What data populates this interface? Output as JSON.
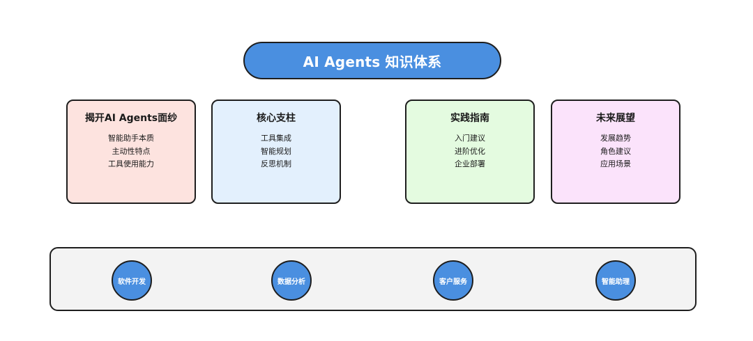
{
  "title": "AI Agents 知识体系",
  "cards": [
    {
      "title": "揭开AI Agents面纱",
      "items": [
        "智能助手本质",
        "主动性特点",
        "工具使用能力"
      ],
      "color": "#fde3df"
    },
    {
      "title": "核心支柱",
      "items": [
        "工具集成",
        "智能规划",
        "反思机制"
      ],
      "color": "#e3f0fd"
    },
    {
      "title": "实践指南",
      "items": [
        "入门建议",
        "进阶优化",
        "企业部署"
      ],
      "color": "#e4fbe0"
    },
    {
      "title": "未来展望",
      "items": [
        "发展趋势",
        "角色建议",
        "应用场景"
      ],
      "color": "#fbe3fb"
    }
  ],
  "scenarios": [
    "软件开发",
    "数据分析",
    "客户服务",
    "智能助理"
  ],
  "colors": {
    "accent": "#4a8fe0",
    "scenario_bar": "#f3f3f3",
    "outline": "#1e1e1e"
  }
}
